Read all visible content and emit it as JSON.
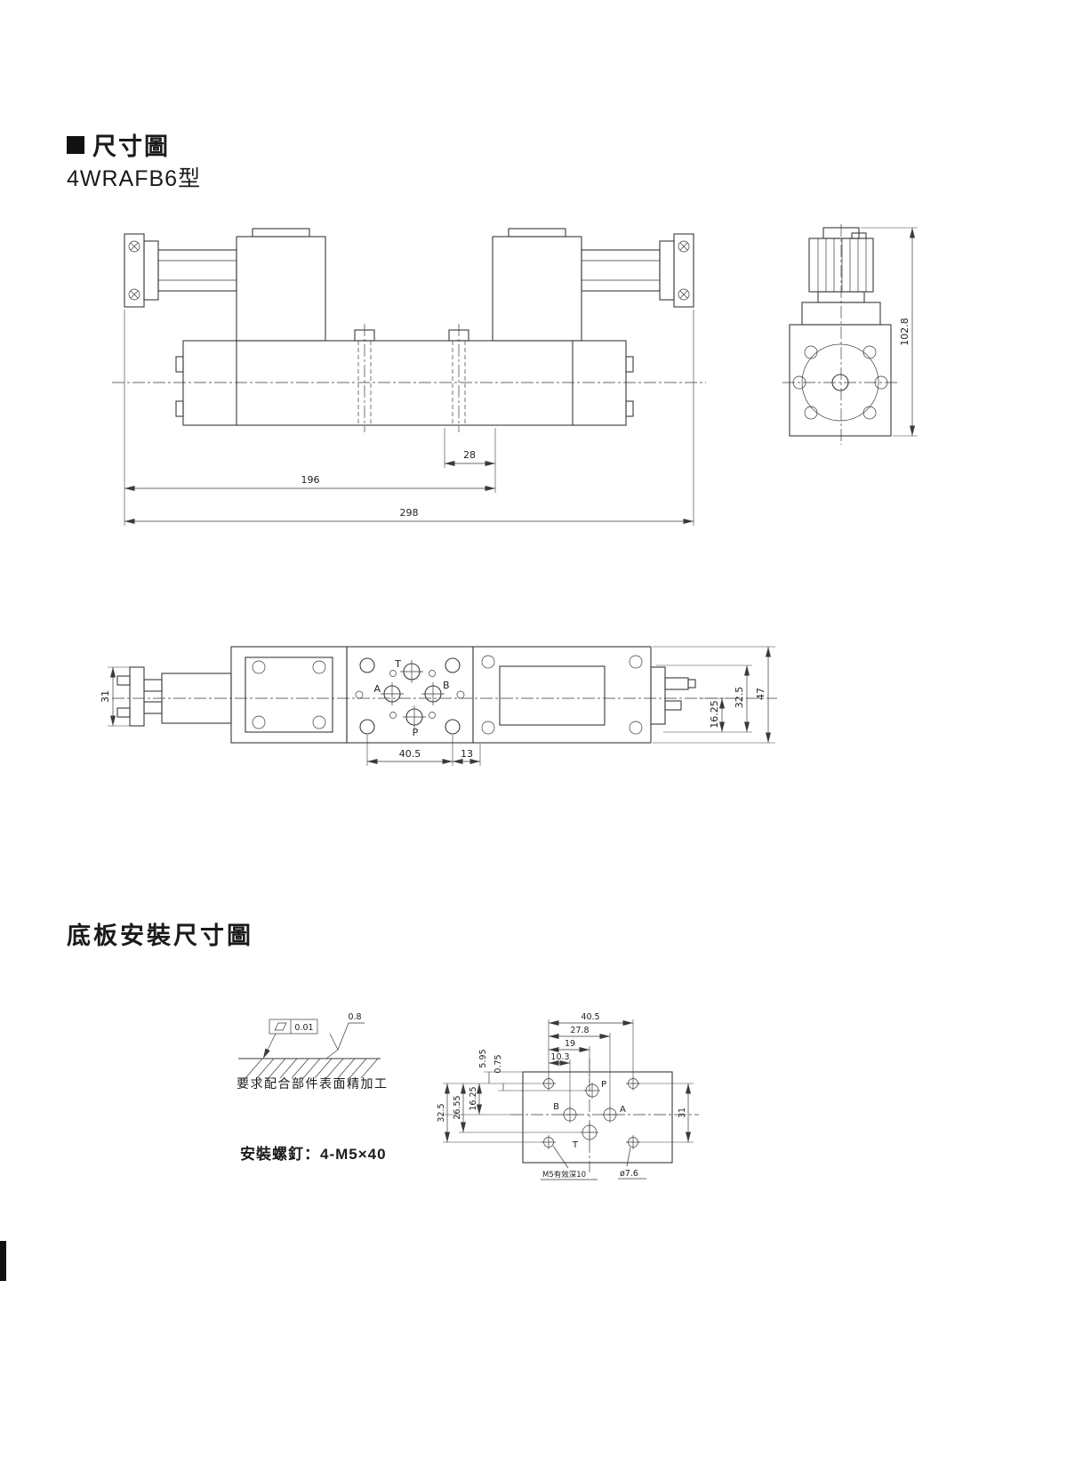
{
  "page": {
    "section1": {
      "title": "尺寸圖",
      "subtitle": "4WRAFB6型"
    },
    "section2": {
      "title": "底板安裝尺寸圖"
    },
    "notes": {
      "surface_finish": "要求配合部件表面精加工",
      "mounting_screws": "安裝螺釘：4-M5×40"
    }
  },
  "front_view": {
    "dims": {
      "w28": "28",
      "w196": "196",
      "w298": "298"
    }
  },
  "side_view": {
    "dims": {
      "h102_8": "102.8"
    }
  },
  "top_view": {
    "ports": {
      "t": "T",
      "a": "A",
      "b": "B",
      "p": "P"
    },
    "dims": {
      "h31": "31",
      "w40_5": "40.5",
      "w13": "13",
      "h16_25": "16.25",
      "h32_5": "32.5",
      "h47": "47"
    }
  },
  "surface_finish": {
    "flatness_tol": "0.01",
    "roughness": "0.8"
  },
  "plate_view": {
    "ports": {
      "p": "P",
      "a": "A",
      "b": "B",
      "t": "T"
    },
    "dims": {
      "w40_5": "40.5",
      "w27_8": "27.8",
      "w19": "19",
      "w10_3": "10.3",
      "h5_95": "5.95",
      "h0_75": "0.75",
      "h32_5": "32.5",
      "h26_55": "26.55",
      "h16_25": "16.25",
      "h31": "31"
    },
    "labels": {
      "hole_dia": "ø7.6",
      "thread_depth": "M5有效深10"
    }
  }
}
